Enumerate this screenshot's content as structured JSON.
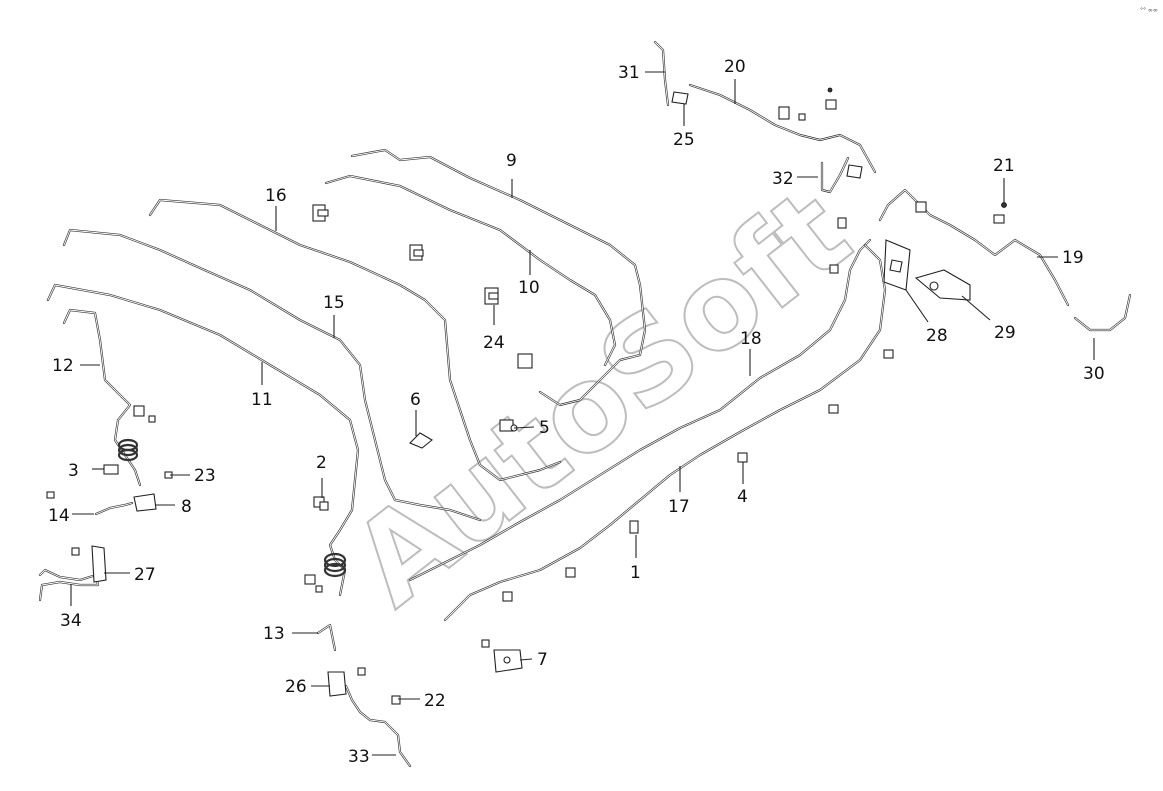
{
  "watermark": "AutoSoft",
  "corner_mark": "°° ∞∞",
  "callouts": [
    "1",
    "2",
    "3",
    "4",
    "5",
    "6",
    "7",
    "8",
    "9",
    "10",
    "11",
    "12",
    "13",
    "14",
    "15",
    "16",
    "17",
    "18",
    "19",
    "20",
    "21",
    "22",
    "23",
    "24",
    "25",
    "26",
    "27",
    "28",
    "29",
    "30",
    "31",
    "32",
    "33",
    "34"
  ]
}
